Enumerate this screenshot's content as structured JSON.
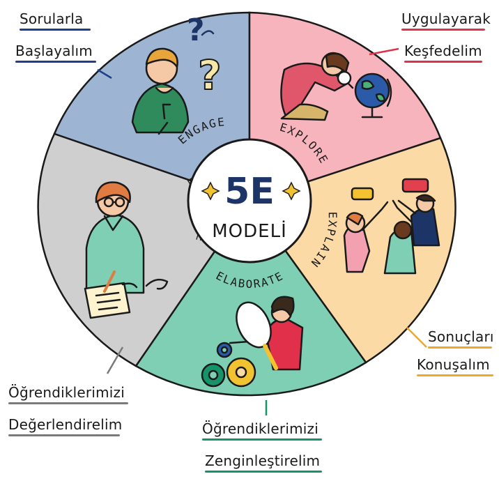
{
  "center": {
    "title": "5E",
    "subtitle": "MODELİ"
  },
  "segments": [
    {
      "stage": "ENGAGE",
      "caption_line1": "Sorularla",
      "caption_line2": "Başlayalım",
      "fill": "#9db5d2",
      "accent": "#1d3f8c"
    },
    {
      "stage": "EXPLORE",
      "caption_line1": "Uygulayarak",
      "caption_line2": "Keşfedelim",
      "fill": "#f8b4bd",
      "accent": "#e0304a"
    },
    {
      "stage": "EXPLAIN",
      "caption_line1": "Sonuçları",
      "caption_line2": "Konuşalım",
      "fill": "#fcdaa6",
      "accent": "#f0a820"
    },
    {
      "stage": "ELABORATE",
      "caption_line1": "Öğrendiklerimizi",
      "caption_line2": "Zenginleştirelim",
      "fill": "#7fcfb4",
      "accent": "#17936a"
    },
    {
      "stage": "EVALUATE",
      "caption_line1": "Öğrendiklerimizi",
      "caption_line2": "Değerlendirelim",
      "fill": "#cfcfcf",
      "accent": "#7a7a7a"
    }
  ],
  "colors": {
    "outline": "#1a1a1a",
    "center_fill": "#ffffff",
    "sparkle": "#f2c230",
    "title_color": "#1d3466"
  }
}
